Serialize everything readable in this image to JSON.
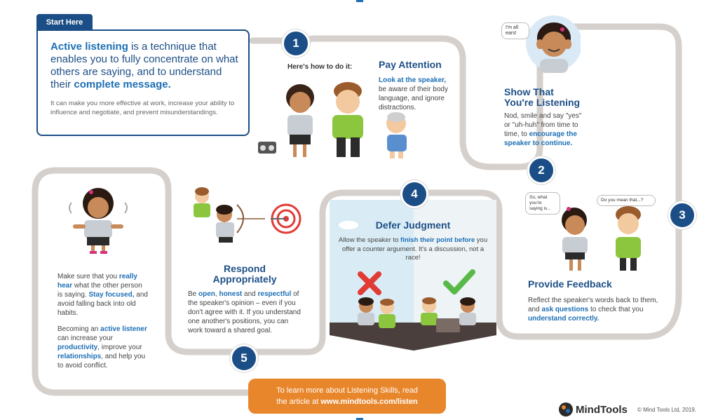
{
  "intro": {
    "tab": "Start Here",
    "lead_1": "Active listening",
    "lead_2": " is a technique that enables you to fully concentrate on what others are saying, and to understand their ",
    "lead_3": "complete message.",
    "sub": "It can make you more effective at work, increase your ability to influence and negotiate, and prevent misunderstandings."
  },
  "step1": {
    "number": "1",
    "howto": "Here's how to do it:",
    "title": "Pay Attention",
    "text_1": "Look at the speaker,",
    "text_2": " be aware of their body language, and ignore distractions."
  },
  "step2": {
    "number": "2",
    "bubble": "I'm all ears!",
    "title_1": "Show That",
    "title_2": "You're Listening",
    "text_1": "Nod, smile and say \"yes\" or \"uh-huh\" from time to time, to ",
    "text_2": "encourage the speaker to continue."
  },
  "step3": {
    "number": "3",
    "bubble_left": "So, what you're saying is...",
    "bubble_right": "Do you mean that...?",
    "title": "Provide Feedback",
    "text_1": "Reflect the speaker's words back to them, and ",
    "text_2": "ask questions",
    "text_3": " to check that you ",
    "text_4": "understand correctly."
  },
  "step4": {
    "number": "4",
    "title": "Defer Judgment",
    "text_1": "Allow the speaker to ",
    "text_2": "finish their point",
    "text_3": " ",
    "text_4": "before",
    "text_5": " you offer a counter argument. It's a discussion, not a race!"
  },
  "step5": {
    "number": "5",
    "title_1": "Respond",
    "title_2": "Appropriately",
    "text_1": "Be ",
    "text_2": "open",
    "text_3": ", ",
    "text_4": "honest",
    "text_5": " and ",
    "text_6": "respectful",
    "text_7": " of the speaker's opinion – even if you don't agree with it. If you understand one another's positions, you can work toward a shared goal."
  },
  "left_panel": {
    "p1_1": "Make sure that you ",
    "p1_2": "really hear",
    "p1_3": " what the other person is saying. ",
    "p1_4": "Stay focused,",
    "p1_5": " and avoid falling back into old habits.",
    "p2_1": "Becoming an ",
    "p2_2": "active listener",
    "p2_3": " can increase your ",
    "p2_4": "productivity",
    "p2_5": ", improve your ",
    "p2_6": "relationships",
    "p2_7": ", and help you to avoid conflict."
  },
  "cta": {
    "line1": "To learn more about Listening Skills, read",
    "line2_a": "the article at ",
    "line2_b": "www.mindtools.com/listen"
  },
  "footer": {
    "logo": "MindTools",
    "copyright": "© Mind Tools Ltd, 2019."
  },
  "colors": {
    "navy": "#1b4e86",
    "accent_blue": "#1d6fb5",
    "orange": "#e8862c",
    "path_gray": "#d5d0cc",
    "green": "#8cc63f",
    "red": "#e23b35"
  }
}
